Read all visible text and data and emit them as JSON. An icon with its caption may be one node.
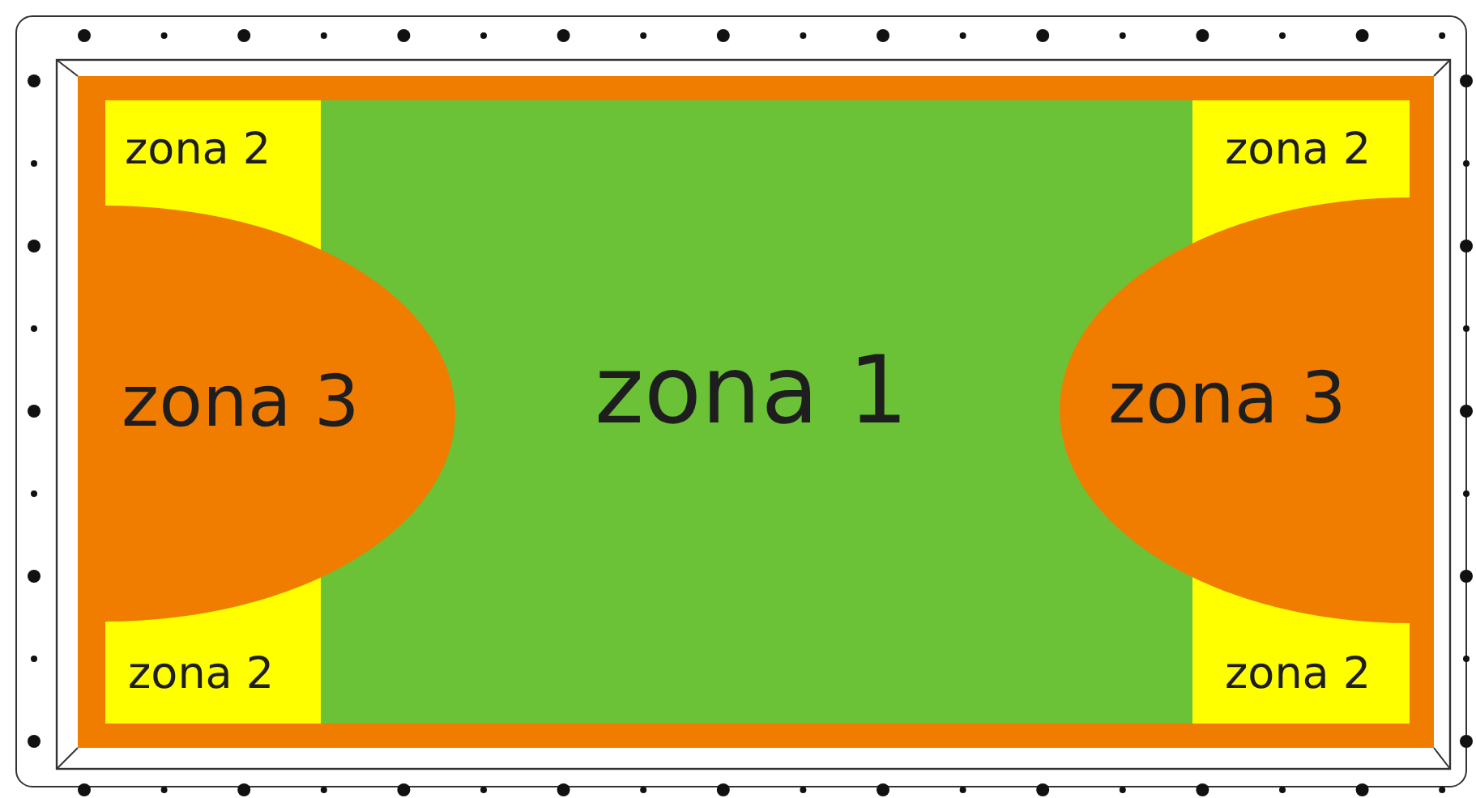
{
  "diagram": {
    "nodes": [
      {
        "text": [
          "zona 2"
        ]
      },
      {
        "text": [
          "zona 2"
        ]
      },
      {
        "text": [
          "zona 3"
        ]
      },
      {
        "text": [
          "zona 1"
        ]
      },
      {
        "text": [
          "zona 3"
        ]
      },
      {
        "text": [
          "zona 2"
        ]
      },
      {
        "text": [
          "zona 2"
        ]
      }
    ],
    "edges": []
  }
}
